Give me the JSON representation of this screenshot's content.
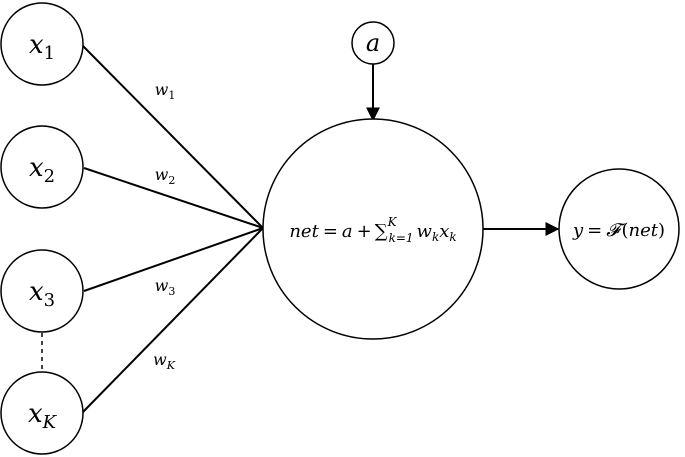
{
  "diagram": {
    "inputs": [
      {
        "var": "x",
        "sub": "1"
      },
      {
        "var": "x",
        "sub": "2"
      },
      {
        "var": "x",
        "sub": "3"
      },
      {
        "var": "x",
        "sub": "K"
      }
    ],
    "weights": [
      {
        "var": "w",
        "sub": "1"
      },
      {
        "var": "w",
        "sub": "2"
      },
      {
        "var": "w",
        "sub": "3"
      },
      {
        "var": "w",
        "sub": "K"
      }
    ],
    "bias": "a",
    "neuron": {
      "net": "net",
      "equals": "=",
      "a": "a",
      "plus": "+",
      "sum": "∑",
      "sum_upper": "K",
      "sum_lower": "k=1",
      "w": "w",
      "w_sub": "k",
      "x": "x",
      "x_sub": "k"
    },
    "output": {
      "y": "y",
      "equals": "=",
      "func": "𝓕",
      "lparen": "(",
      "net": "net",
      "rparen": ")"
    }
  }
}
